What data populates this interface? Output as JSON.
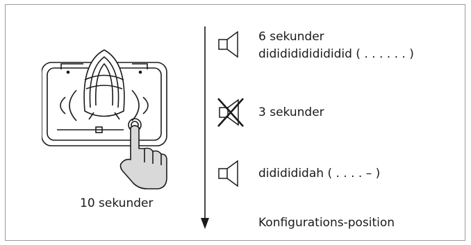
{
  "device": {
    "hold_time": "10 sekunder"
  },
  "steps": [
    {
      "icon": "speaker-icon",
      "time": "6 sekunder",
      "sound": "didididididididid ( . . . . . . )"
    },
    {
      "icon": "speaker-muted-icon",
      "time": "3 sekunder"
    },
    {
      "icon": "speaker-icon",
      "sound": "dididididah ( . . . . – )"
    }
  ],
  "result": {
    "label": "Konfigurations-position"
  },
  "colors": {
    "stroke": "#1a1a1a",
    "frame": "#9a9a9a"
  }
}
